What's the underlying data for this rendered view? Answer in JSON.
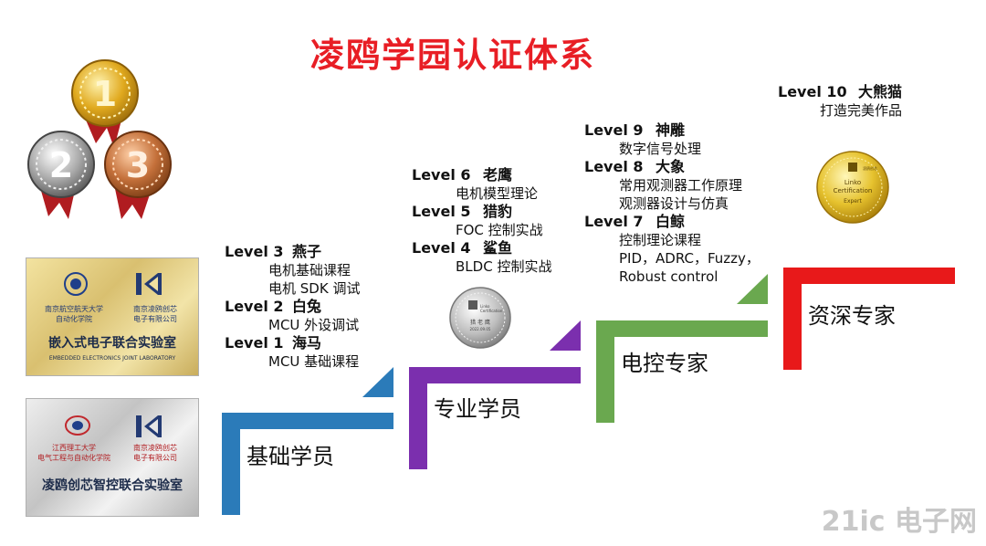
{
  "title": "凌鸥学园认证体系",
  "colors": {
    "title": "#e81e25",
    "step1": "#2b7bb9",
    "step2": "#7b2fae",
    "step3": "#6aa84f",
    "step4": "#e8191a"
  },
  "steps": [
    {
      "label": "基础学员"
    },
    {
      "label": "专业学员"
    },
    {
      "label": "电控专家"
    },
    {
      "label": "资深专家"
    }
  ],
  "group1": [
    {
      "code": "Level 3",
      "name": "燕子",
      "lines": [
        "电机基础课程",
        "电机 SDK 调试"
      ]
    },
    {
      "code": "Level 2",
      "name": "白兔",
      "lines": [
        "MCU 外设调试"
      ]
    },
    {
      "code": "Level 1",
      "name": "海马",
      "lines": [
        "MCU 基础课程"
      ]
    }
  ],
  "group2": [
    {
      "code": "Level 6",
      "name": "老鹰",
      "lines": [
        "电机模型理论"
      ]
    },
    {
      "code": "Level 5",
      "name": "猎豹",
      "lines": [
        "FOC 控制实战"
      ]
    },
    {
      "code": "Level 4",
      "name": "鲨鱼",
      "lines": [
        "BLDC 控制实战"
      ]
    }
  ],
  "group3": [
    {
      "code": "Level 9",
      "name": "神雕",
      "lines": [
        "数字信号处理"
      ]
    },
    {
      "code": "Level 8",
      "name": "大象",
      "lines": [
        "常用观测器工作原理",
        "观测器设计与仿真"
      ]
    },
    {
      "code": "Level 7",
      "name": "白鲸",
      "lines": [
        "控制理论课程",
        "PID，ADRC，Fuzzy，",
        "Robust control"
      ]
    }
  ],
  "group4": [
    {
      "code": "Level 10",
      "name": "大熊猫",
      "lines": [
        "打造完美作品"
      ]
    }
  ],
  "medals": {
    "gold": "1",
    "silver": "2",
    "bronze": "3"
  },
  "silver_coin": {
    "line1": "Linko",
    "line2": "Certification",
    "name": "猎 老 鹰",
    "date": "2022.09.05"
  },
  "gold_coin": {
    "brand": "凌鸥创芯",
    "line1": "Linko",
    "line2": "Certification",
    "line3": "Expert"
  },
  "plaque_gold": {
    "school": [
      "南京航空航天大学",
      "自动化学院"
    ],
    "company": [
      "南京凌鸥创芯",
      "电子有限公司"
    ],
    "title": "嵌入式电子联合实验室",
    "subtitle": "EMBEDDED ELECTRONICS JOINT LABORATORY"
  },
  "plaque_silver": {
    "school": [
      "江西理工大学",
      "电气工程与自动化学院"
    ],
    "company": [
      "南京凌鸥创芯",
      "电子有限公司"
    ],
    "title": "凌鸥创芯智控联合实验室"
  },
  "watermark": "21ic 电子网"
}
